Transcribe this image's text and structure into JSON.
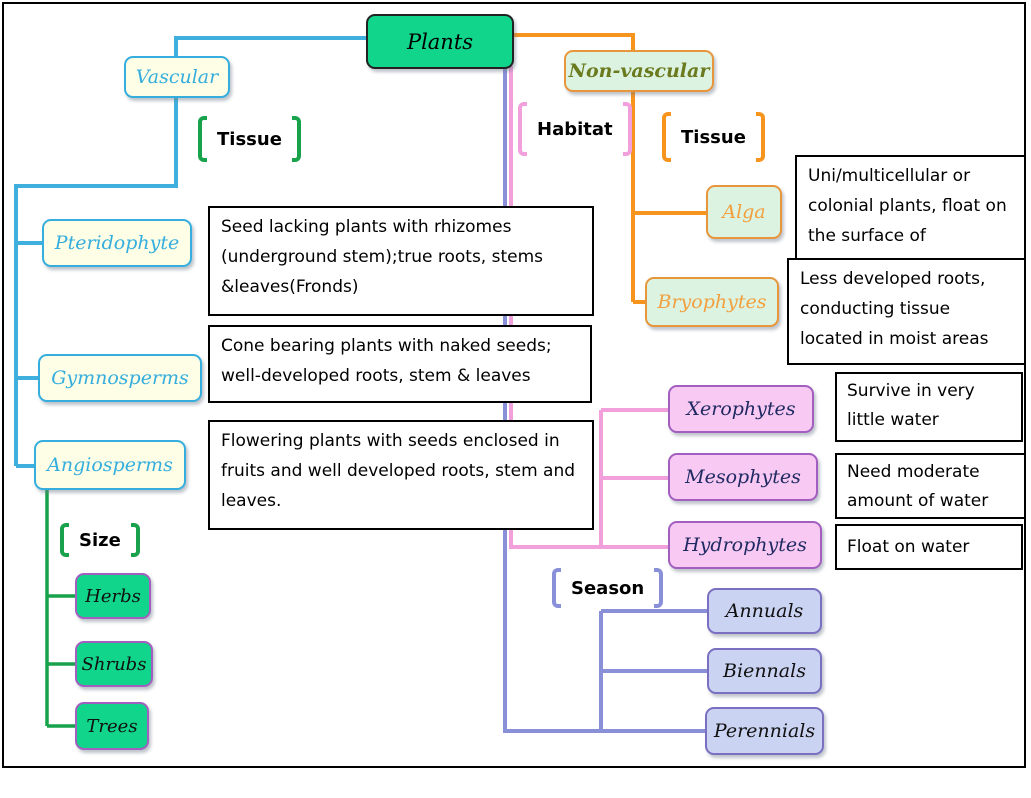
{
  "colors": {
    "plants_fill": "#10D58B",
    "vascular_fill": "#FEFDE6",
    "vascular_accent": "#35AEDD",
    "vascular_line": "#3FB0DE",
    "nonvascular_fill": "#DCF3E2",
    "nonvascular_border": "#E8963C",
    "nonvascular_text": "#6B7A1E",
    "alga_text": "#F2A03F",
    "tissue_line": "#F7941D",
    "habitat_fill": "#F8C9F2",
    "habitat_border": "#A35FBF",
    "habitat_line": "#F2A0DC",
    "habitat_text": "#1F2A63",
    "season_fill": "#CBD3F2",
    "season_border": "#7A6FC0",
    "season_line": "#8A90D8",
    "size_line": "#17A24B",
    "small_green_border": "#A35FBF"
  },
  "diagram": {
    "root": {
      "label": "Plants"
    },
    "vascular": {
      "label": "Vascular",
      "tissue_label": "Tissue",
      "types": [
        {
          "label": "Pteridophyte",
          "desc": "Seed lacking plants with rhizomes (underground stem);true roots, stems &leaves(Fronds)"
        },
        {
          "label": "Gymnosperms",
          "desc": "Cone bearing plants with naked seeds; well-developed roots, stem & leaves"
        },
        {
          "label": "Angiosperms",
          "desc": "Flowering plants with seeds enclosed in fruits and well developed roots, stem and leaves."
        }
      ],
      "size_label": "Size",
      "sizes": [
        {
          "label": "Herbs"
        },
        {
          "label": "Shrubs"
        },
        {
          "label": "Trees"
        }
      ]
    },
    "nonvascular": {
      "label": "Non-vascular",
      "tissue_label": "Tissue",
      "habitat_label": "Habitat",
      "season_label": "Season",
      "tissue_types": [
        {
          "label": "Alga",
          "desc": "Uni/multicellular or colonial plants, float on the surface of"
        },
        {
          "label": "Bryophytes",
          "desc": "Less developed roots, conducting tissue located in moist areas"
        }
      ],
      "habitat_types": [
        {
          "label": "Xerophytes",
          "desc": "Survive in very little water"
        },
        {
          "label": "Mesophytes",
          "desc": "Need moderate amount of water"
        },
        {
          "label": "Hydrophytes",
          "desc": "Float on water"
        }
      ],
      "season_types": [
        {
          "label": "Annuals"
        },
        {
          "label": "Biennals"
        },
        {
          "label": "Perennials"
        }
      ]
    }
  }
}
